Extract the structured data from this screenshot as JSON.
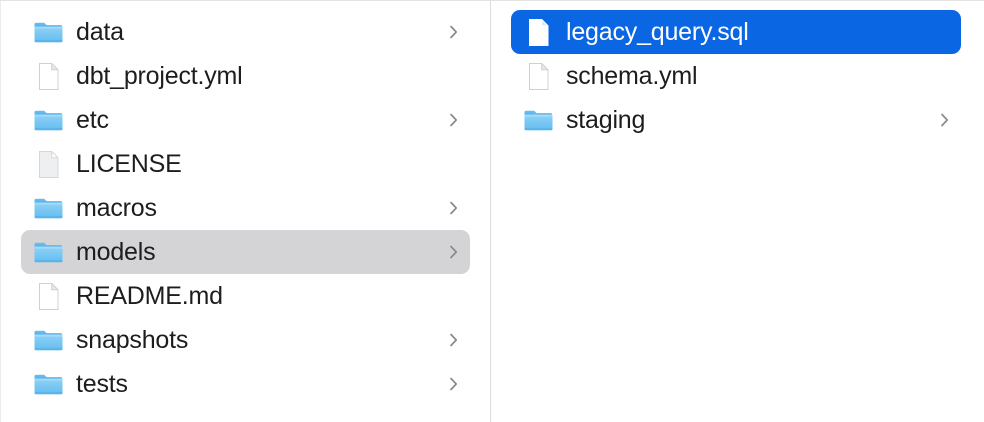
{
  "window": {
    "view": "column-view",
    "accent_color": "#0b66e4",
    "inactive_selection_color": "#d4d4d6",
    "divider_color": "#dcdee0",
    "text_color": "#1d1d1f",
    "selected_text_color": "#ffffff"
  },
  "columns": [
    {
      "name": "parent-column",
      "items": [
        {
          "label": "data",
          "icon": "folder-icon",
          "kind": "folder",
          "has_disclosure": true,
          "selected": false
        },
        {
          "label": "dbt_project.yml",
          "icon": "document-icon",
          "kind": "file",
          "has_disclosure": false,
          "selected": false
        },
        {
          "label": "etc",
          "icon": "folder-icon",
          "kind": "folder",
          "has_disclosure": true,
          "selected": false
        },
        {
          "label": "LICENSE",
          "icon": "generic-file-icon",
          "kind": "file",
          "has_disclosure": false,
          "selected": false
        },
        {
          "label": "macros",
          "icon": "folder-icon",
          "kind": "folder",
          "has_disclosure": true,
          "selected": false
        },
        {
          "label": "models",
          "icon": "folder-icon",
          "kind": "folder",
          "has_disclosure": true,
          "selected": true,
          "selection_state": "inactive"
        },
        {
          "label": "README.md",
          "icon": "document-icon",
          "kind": "file",
          "has_disclosure": false,
          "selected": false
        },
        {
          "label": "snapshots",
          "icon": "folder-icon",
          "kind": "folder",
          "has_disclosure": true,
          "selected": false
        },
        {
          "label": "tests",
          "icon": "folder-icon",
          "kind": "folder",
          "has_disclosure": true,
          "selected": false
        }
      ]
    },
    {
      "name": "child-column",
      "items": [
        {
          "label": "legacy_query.sql",
          "icon": "document-icon",
          "kind": "file",
          "has_disclosure": false,
          "selected": true,
          "selection_state": "active"
        },
        {
          "label": "schema.yml",
          "icon": "document-icon",
          "kind": "file",
          "has_disclosure": false,
          "selected": false
        },
        {
          "label": "staging",
          "icon": "folder-icon",
          "kind": "folder",
          "has_disclosure": true,
          "selected": false
        }
      ]
    }
  ]
}
